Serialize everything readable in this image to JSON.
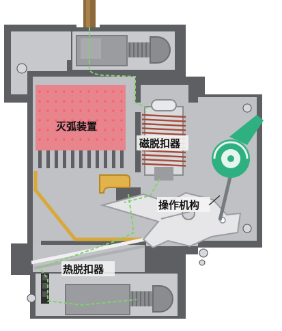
{
  "labels": {
    "arc_chute": "灭弧装置",
    "magnetic_trip": "磁脱扣器",
    "operating_mechanism": "操作机构",
    "thermal_trip": "热脱扣器"
  },
  "colors": {
    "housing": "#5d5f62",
    "cavity": "#bfc1c4",
    "arc_chute": "#e8848c",
    "arc_dots": "#ff5a6c",
    "conductor": "#8e6a3a",
    "wire_path": "#7fd36a",
    "lever": "#2fb080",
    "coil": "#a54a3a"
  }
}
